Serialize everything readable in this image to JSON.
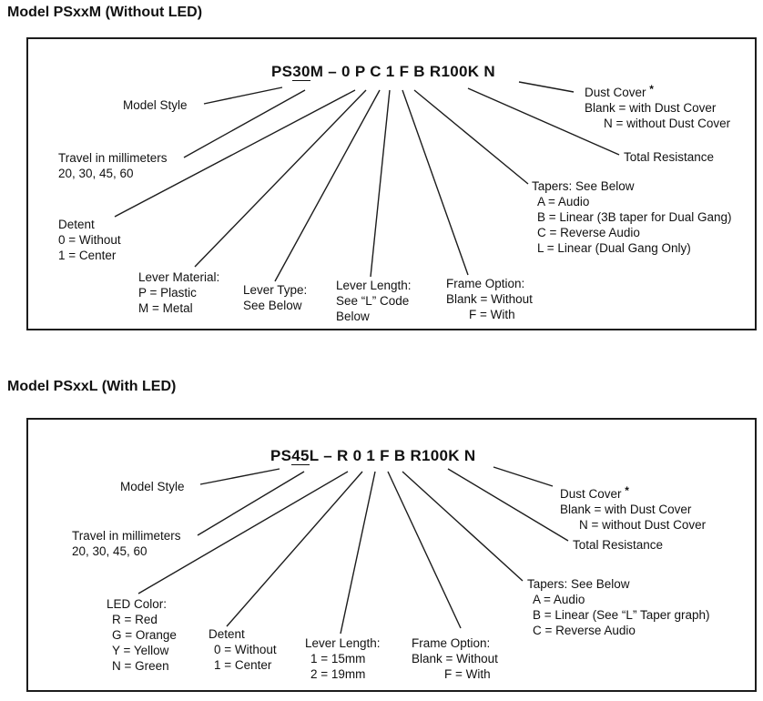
{
  "m": {
    "title": "Model PSxxM (Without LED)",
    "part_prefix": "PS",
    "part_travel": "30",
    "part_suffix": "M – 0 P C 1 F B R100K N",
    "callouts": {
      "model_style": {
        "l1": "Model Style"
      },
      "travel": {
        "l1": "Travel in millimeters",
        "l2": "20, 30, 45, 60"
      },
      "detent": {
        "l1": "Detent",
        "l2": "0 = Without",
        "l3": "1 = Center"
      },
      "lever_material": {
        "l1": "Lever Material:",
        "l2": "P = Plastic",
        "l3": "M = Metal"
      },
      "lever_type": {
        "l1": "Lever Type:",
        "l2": "See Below"
      },
      "lever_length": {
        "l1": "Lever Length:",
        "l2": "See “L” Code",
        "l3": "Below"
      },
      "frame_option": {
        "l1": "Frame Option:",
        "l2": "Blank = Without",
        "l3": "F = With"
      },
      "dust_cover": {
        "title": "Dust Cover",
        "star": "*",
        "l2": "Blank = with Dust Cover",
        "l3": "N = without Dust Cover"
      },
      "total_resistance": {
        "l1": "Total Resistance"
      },
      "tapers": {
        "l1": "Tapers: See Below",
        "l2": "A = Audio",
        "l3": "B = Linear (3B taper for Dual Gang)",
        "l4": "C = Reverse Audio",
        "l5": "L = Linear (Dual Gang Only)"
      }
    }
  },
  "l": {
    "title": "Model PSxxL (With LED)",
    "part_prefix": "PS",
    "part_travel": "45",
    "part_suffix": "L – R 0 1 F B R100K N",
    "callouts": {
      "model_style": {
        "l1": "Model Style"
      },
      "travel": {
        "l1": "Travel in millimeters",
        "l2": "20, 30, 45, 60"
      },
      "led_color": {
        "l1": "LED Color:",
        "l2": "R = Red",
        "l3": "G = Orange",
        "l4": "Y = Yellow",
        "l5": "N = Green"
      },
      "detent": {
        "l1": "Detent",
        "l2": "0 = Without",
        "l3": "1 = Center"
      },
      "lever_length": {
        "l1": "Lever Length:",
        "l2": "1 = 15mm",
        "l3": "2 = 19mm"
      },
      "frame_option": {
        "l1": "Frame Option:",
        "l2": "Blank = Without",
        "l3": "F = With"
      },
      "dust_cover": {
        "title": "Dust Cover",
        "star": "*",
        "l2": "Blank = with Dust Cover",
        "l3": "N = without Dust Cover"
      },
      "total_resistance": {
        "l1": "Total Resistance"
      },
      "tapers": {
        "l1": "Tapers: See Below",
        "l2": "A = Audio",
        "l3": "B = Linear (See “L” Taper graph)",
        "l4": "C = Reverse Audio"
      }
    }
  }
}
